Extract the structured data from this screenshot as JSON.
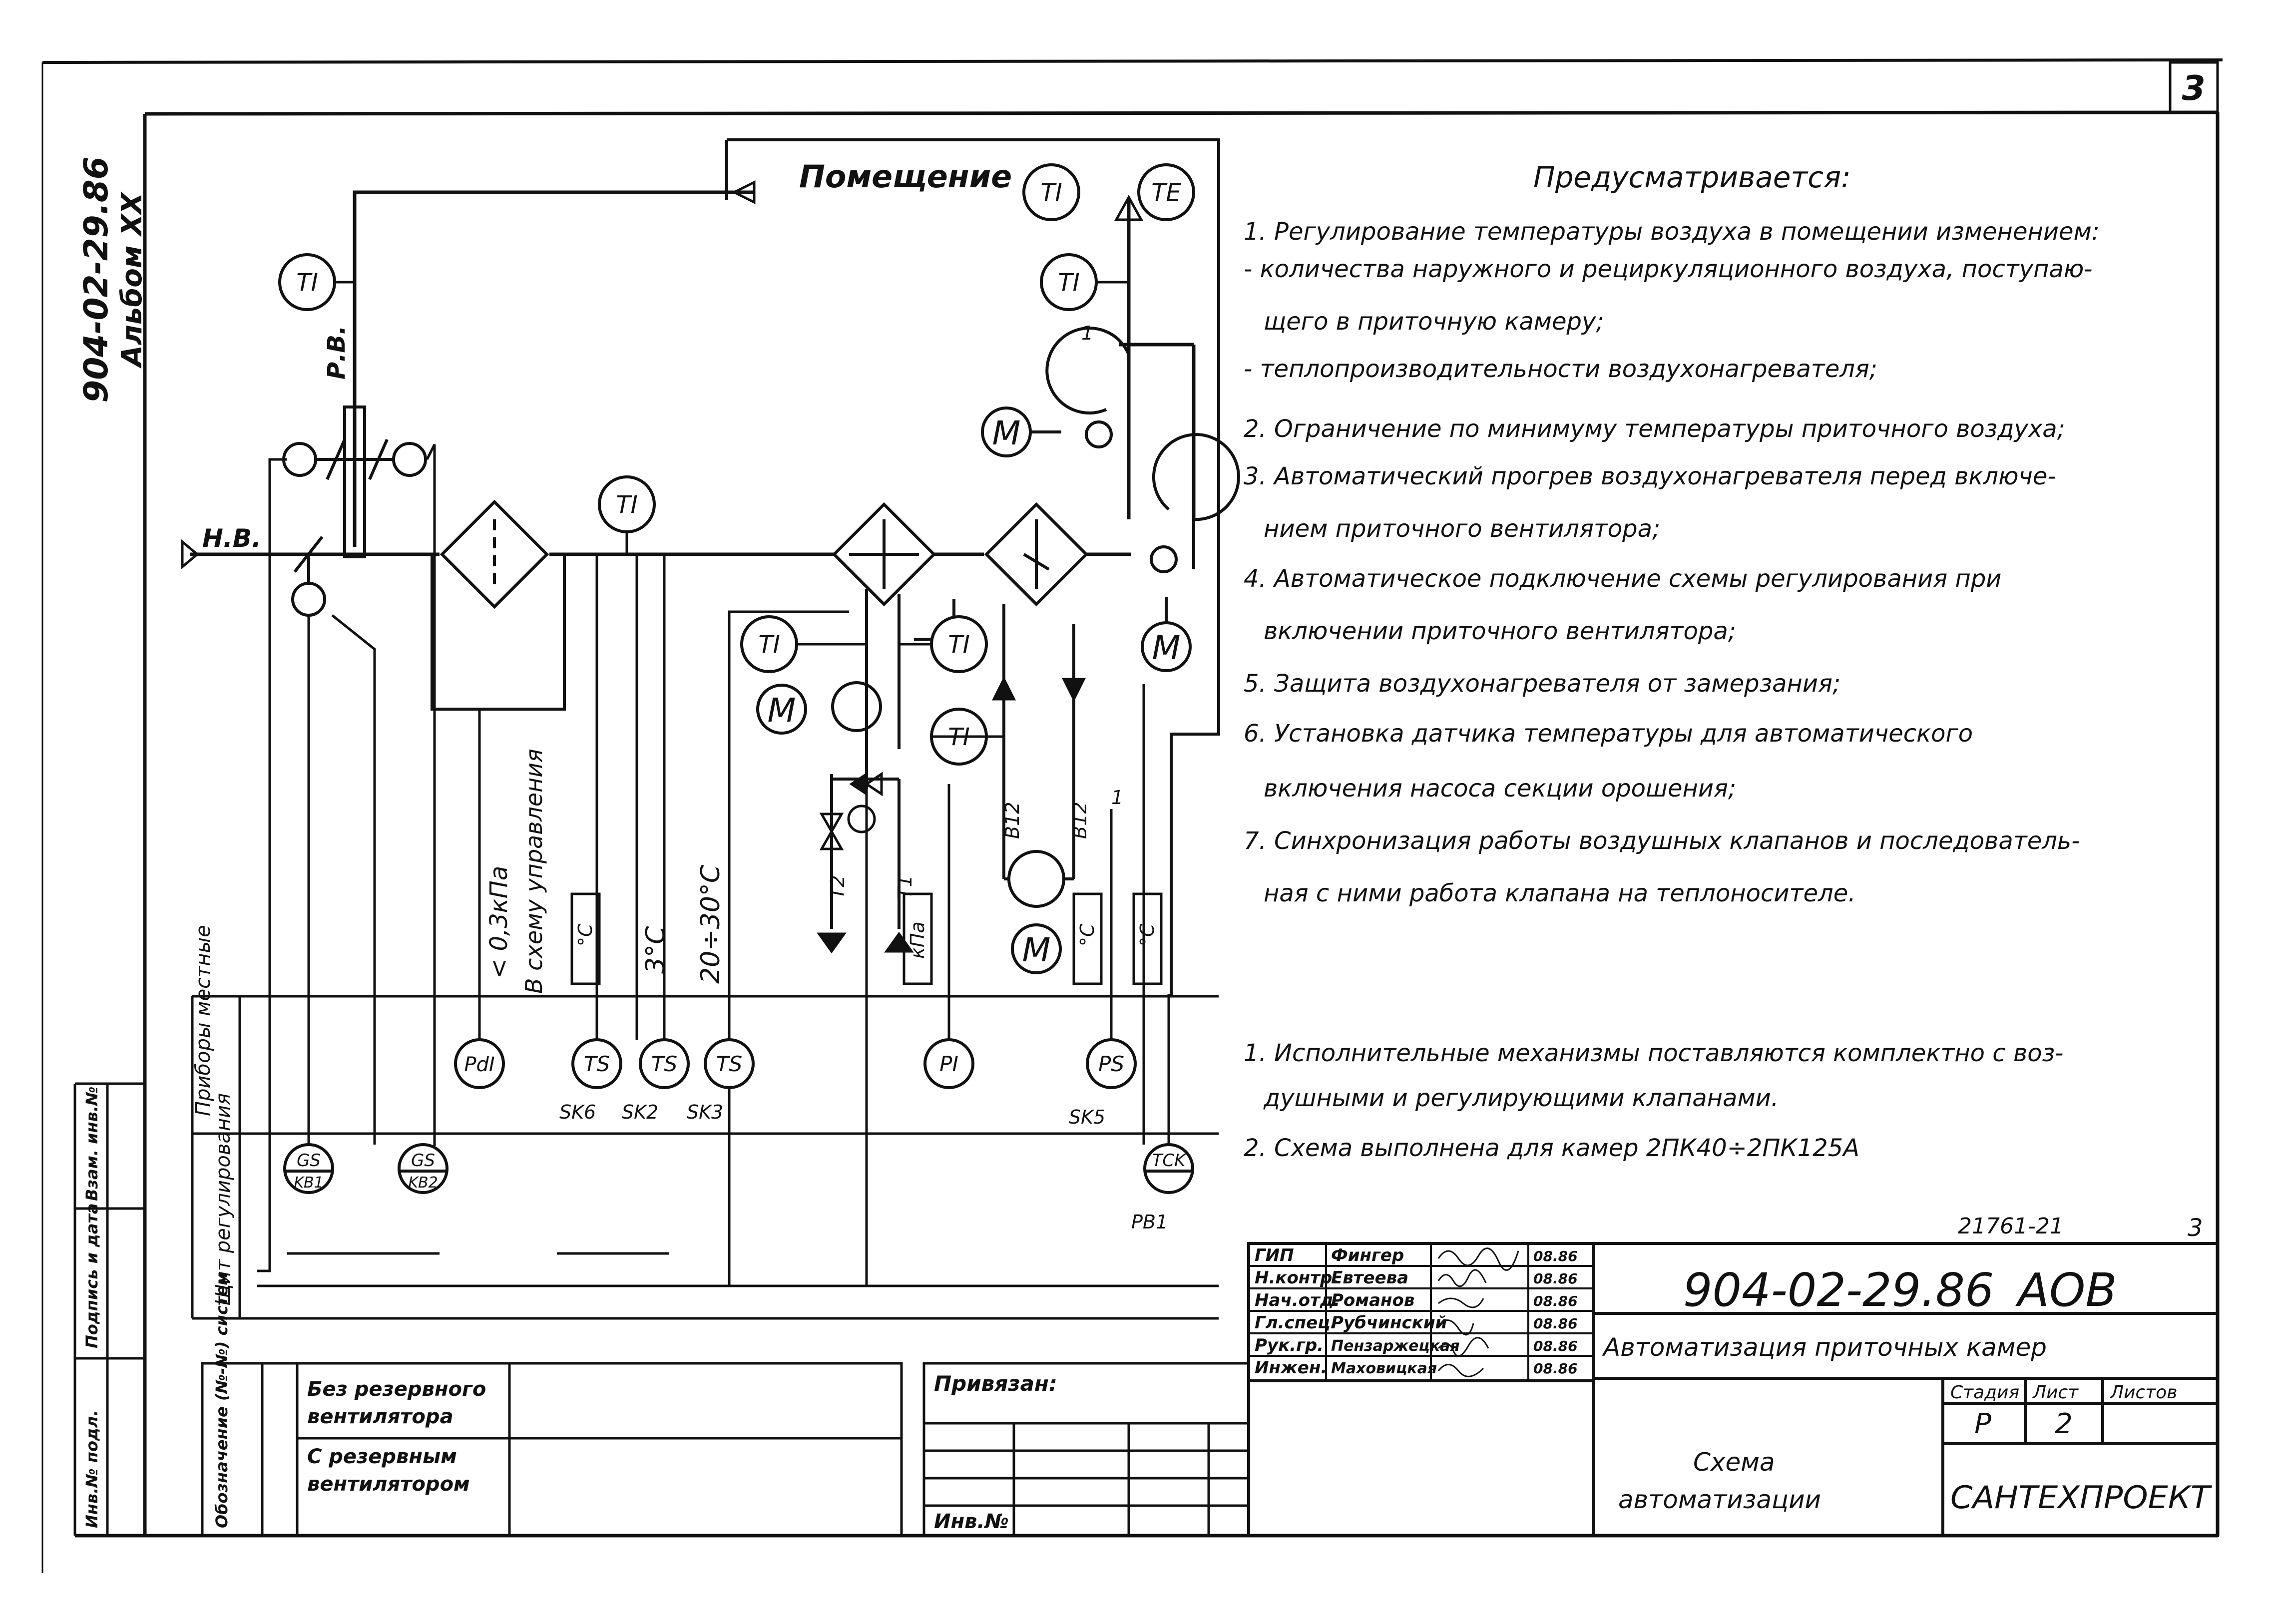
{
  "sheet": {
    "page_number": "3",
    "album_code": "904-02-29.86",
    "album_name": "Альбом XX"
  },
  "diagram": {
    "room_label": "Помещение",
    "outdoor_air_label": "Н.В.",
    "recirc_air_label": "Р.В.",
    "instruments": {
      "ti_recirc": "TI",
      "ti_room": "TI",
      "te_room": "TE",
      "ti_supply": "TI",
      "ti_filter": "TI",
      "ti_coil_1": "TI",
      "ti_coil_2": "TI",
      "ti_return": "TI",
      "pdi": "PdI",
      "ts_1": "TS",
      "ts_2": "TS",
      "ts_3": "TS",
      "pi": "PI",
      "ps": "PS",
      "gs_1": "GS",
      "gs_1_sub": "KB1",
      "gs_2": "GS",
      "gs_2_sub": "KB2",
      "tck": "TCK"
    },
    "motor_label": "M",
    "setpoints": {
      "pressure_drop": "< 0,3кПа",
      "to_control": "В схему управления",
      "t_3c": "3°C",
      "t_20_30": "20÷30°C",
      "unit_c_1": "°C",
      "unit_c_2": "°C",
      "unit_c_3": "°C",
      "kpa_box": "кПа"
    },
    "pipe_labels": {
      "t2": "Т2",
      "t1": "Т1",
      "b12_1": "B12",
      "b12_2": "B12",
      "mark_1": "1",
      "mark_2": "1"
    },
    "switch_labels": {
      "sk6": "SK6",
      "sk2": "SK2",
      "sk3": "SK3",
      "sk5": "SK5",
      "pb1": "PB1"
    },
    "rows": {
      "local_devices": "Приборы местные",
      "control_panel": "Щит регулирования"
    }
  },
  "notes": {
    "heading": "Предусматривается:",
    "items": [
      "1. Регулирование температуры воздуха в помещении изменением:",
      "- количества наружного и рециркуляционного воздуха, поступаю-",
      "щего в приточную камеру;",
      "- теплопроизводительности воздухонагревателя;",
      "2. Ограничение по минимуму температуры приточного воздуха;",
      "3. Автоматический прогрев воздухонагревателя перед включе-",
      "нием приточного вентилятора;",
      "4. Автоматическое подключение схемы регулирования при",
      "включении приточного вентилятора;",
      "5. Защита воздухонагревателя от замерзания;",
      "6. Установка датчика температуры для автоматического",
      "включения насоса секции орошения;",
      "7. Синхронизация работы воздушных клапанов и последователь-",
      "ная с ними работа клапана на теплоносителе."
    ],
    "footnotes": [
      "1. Исполнительные механизмы поставляются комплектно с воз-",
      "душными и регулирующими клапанами.",
      "2. Схема выполнена для камер 2ПК40÷2ПК125А"
    ]
  },
  "systems_table": {
    "header": "Обозначение (№-№) систем",
    "rows": [
      {
        "label_1": "Без резервного",
        "label_2": "вентилятора"
      },
      {
        "label_1": "С резервным",
        "label_2": "вентилятором"
      }
    ]
  },
  "binding": {
    "label": "Привязан:",
    "inv_label": "Инв.№"
  },
  "side_stamp": {
    "inv_orig": "Инв.№ подл.",
    "sign_date": "Подпись и дата",
    "replace_inv": "Взам. инв.№"
  },
  "title_block": {
    "doc_number": "21761-21",
    "doc_page": "3",
    "code": "904-02-29.86",
    "mark": "АОВ",
    "project_title": "Автоматизация приточных камер",
    "sheet_title_1": "Схема",
    "sheet_title_2": "автоматизации",
    "stage_label": "Стадия",
    "sheet_label": "Лист",
    "sheets_label": "Листов",
    "stage_value": "Р",
    "sheet_value": "2",
    "organization": "САНТЕХПРОЕКТ",
    "staff": [
      {
        "role": "ГИП",
        "name": "Фингер",
        "date": "08.86"
      },
      {
        "role": "Н.контр.",
        "name": "Евтеева",
        "date": "08.86"
      },
      {
        "role": "Нач.отд.",
        "name": "Романов",
        "date": "08.86"
      },
      {
        "role": "Гл.спец.",
        "name": "Рубчинский",
        "date": "08.86"
      },
      {
        "role": "Рук.гр.",
        "name": "Пензаржецкая",
        "date": "08.86"
      },
      {
        "role": "Инжен.",
        "name": "Маховицкая",
        "date": "08.86"
      }
    ]
  }
}
